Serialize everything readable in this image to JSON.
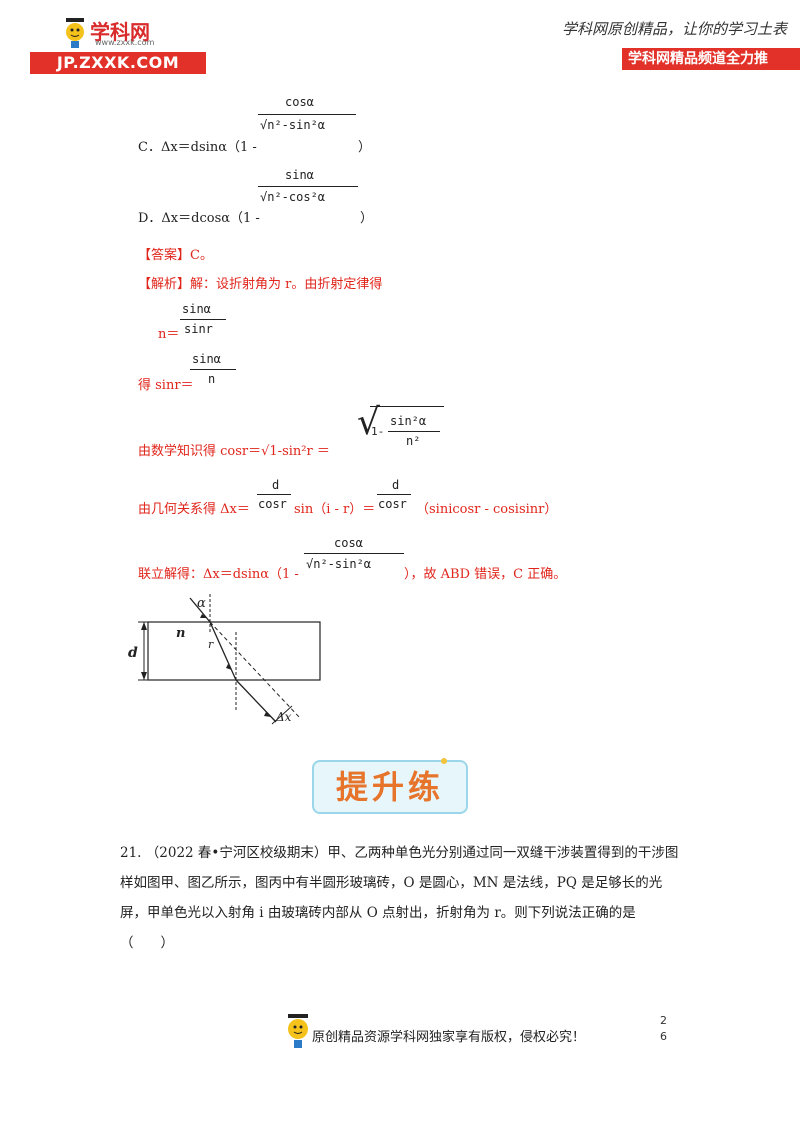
{
  "header": {
    "logo_name": "学科网",
    "logo_url_small": "www.zxxk.com",
    "logo_domain": "JP.ZXXK.COM",
    "slogan": "学科网原创精品，让你的学习土表",
    "channel": "学科网精品频道全力推"
  },
  "options": {
    "c_prefix": "C．Δx＝dsinα（1 -",
    "c_num": "cosα",
    "c_den": "√n²-sin²α",
    "c_suffix": "）",
    "d_prefix": "D．Δx＝dcosα（1 -",
    "d_num": "sinα",
    "d_den": "√n²-cos²α",
    "d_suffix": "）"
  },
  "answer": {
    "answer_label": "【答案】C。",
    "analysis_label": "【解析】解：设折射角为 r。由折射定律得",
    "n_eq": "n＝",
    "n_num": "sinα",
    "n_den": "sinr",
    "sinr_eq": "得 sinr＝",
    "sinr_num": "sinα",
    "sinr_den": "n",
    "cosr_text": "由数学知识得 cosr＝√1-sin²r ＝",
    "cosr_root": "1-",
    "cosr_num": "sin²α",
    "cosr_den": "n²",
    "geo_text": "由几何关系得 Δx＝",
    "geo_num": "d",
    "geo_den": "cosr",
    "geo_mid": "sin（i - r）＝",
    "geo_num2": "d",
    "geo_den2": "cosr",
    "geo_tail": "（sinicosr - cosisinr）",
    "final_prefix": "联立解得：Δx＝dsinα（1 -",
    "final_num": "cosα",
    "final_den": "√n²-sin²α",
    "final_suffix": "），故 ABD 错误，C 正确。"
  },
  "diagram": {
    "alpha": "α",
    "n": "n",
    "r": "r",
    "d": "d",
    "dx": "Δx"
  },
  "section": {
    "badge": "提升练"
  },
  "question": {
    "text": "21. （2022 春•宁河区校级期末）甲、乙两种单色光分别通过同一双缝干涉装置得到的干涉图样如图甲、图乙所示，图丙中有半圆形玻璃砖，O 是圆心，MN 是法线，PQ 是足够长的光屏，甲单色光以入射角 i 由玻璃砖内部从 O 点射出，折射角为 r。则下列说法正确的是（　　）"
  },
  "footer": {
    "text": "原创精品资源学科网独家享有版权，侵权必究！",
    "page_top": "2",
    "page_bottom": "6"
  }
}
